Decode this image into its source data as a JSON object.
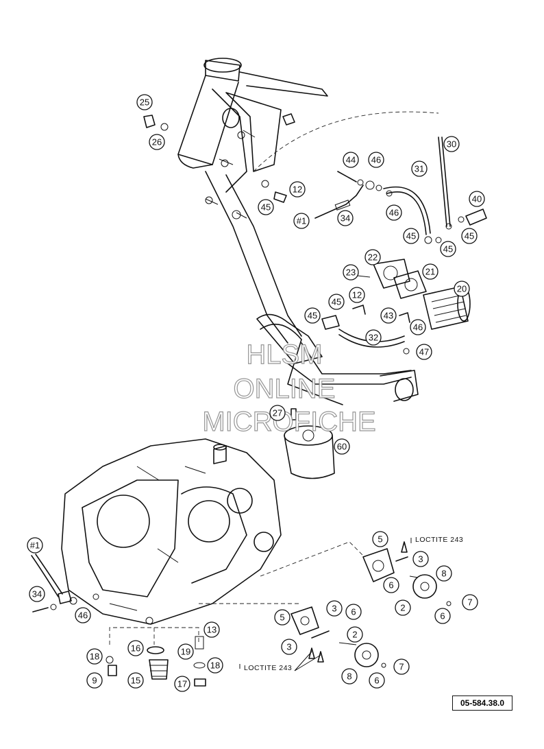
{
  "callouts": [
    {
      "id": "c25",
      "label": "25"
    },
    {
      "id": "c26",
      "label": "26"
    },
    {
      "id": "c30",
      "label": "30"
    },
    {
      "id": "c44",
      "label": "44"
    },
    {
      "id": "c46a",
      "label": "46"
    },
    {
      "id": "c31",
      "label": "31"
    },
    {
      "id": "c12a",
      "label": "12"
    },
    {
      "id": "c45a",
      "label": "45"
    },
    {
      "id": "c46b",
      "label": "46"
    },
    {
      "id": "c40",
      "label": "40"
    },
    {
      "id": "ch1a",
      "label": "#1"
    },
    {
      "id": "c34a",
      "label": "34"
    },
    {
      "id": "c45b",
      "label": "45"
    },
    {
      "id": "c45c",
      "label": "45"
    },
    {
      "id": "c45d",
      "label": "45"
    },
    {
      "id": "c22",
      "label": "22"
    },
    {
      "id": "c23",
      "label": "23"
    },
    {
      "id": "c21",
      "label": "21"
    },
    {
      "id": "c20",
      "label": "20"
    },
    {
      "id": "c45e",
      "label": "45"
    },
    {
      "id": "c12b",
      "label": "12"
    },
    {
      "id": "c45f",
      "label": "45"
    },
    {
      "id": "c43",
      "label": "43"
    },
    {
      "id": "c46c",
      "label": "46"
    },
    {
      "id": "c32",
      "label": "32"
    },
    {
      "id": "c47",
      "label": "47"
    },
    {
      "id": "c27",
      "label": "27"
    },
    {
      "id": "c60",
      "label": "60"
    },
    {
      "id": "c5a",
      "label": "5"
    },
    {
      "id": "c3a",
      "label": "3"
    },
    {
      "id": "c8a",
      "label": "8"
    },
    {
      "id": "c6a",
      "label": "6"
    },
    {
      "id": "c2a",
      "label": "2"
    },
    {
      "id": "c7a",
      "label": "7"
    },
    {
      "id": "c6b",
      "label": "6"
    },
    {
      "id": "ch1b",
      "label": "#1"
    },
    {
      "id": "c34b",
      "label": "34"
    },
    {
      "id": "c46d",
      "label": "46"
    },
    {
      "id": "c5b",
      "label": "5"
    },
    {
      "id": "c3b",
      "label": "3"
    },
    {
      "id": "c6c",
      "label": "6"
    },
    {
      "id": "c2b",
      "label": "2"
    },
    {
      "id": "c3c",
      "label": "3"
    },
    {
      "id": "c13",
      "label": "13"
    },
    {
      "id": "c18a",
      "label": "18"
    },
    {
      "id": "c16",
      "label": "16"
    },
    {
      "id": "c19",
      "label": "19"
    },
    {
      "id": "c18b",
      "label": "18"
    },
    {
      "id": "c9",
      "label": "9"
    },
    {
      "id": "c15",
      "label": "15"
    },
    {
      "id": "c17",
      "label": "17"
    },
    {
      "id": "c8b",
      "label": "8"
    },
    {
      "id": "c6d",
      "label": "6"
    },
    {
      "id": "c7b",
      "label": "7"
    }
  ],
  "notes": {
    "loctite_243": "LOCTITE 243",
    "loctite_243_lower": "LOCTITE 243"
  },
  "watermark": {
    "line1": "HLSM",
    "line2": "ONLINE",
    "line3": "MICROFICHE"
  },
  "reference_number": "05-584.38.0"
}
